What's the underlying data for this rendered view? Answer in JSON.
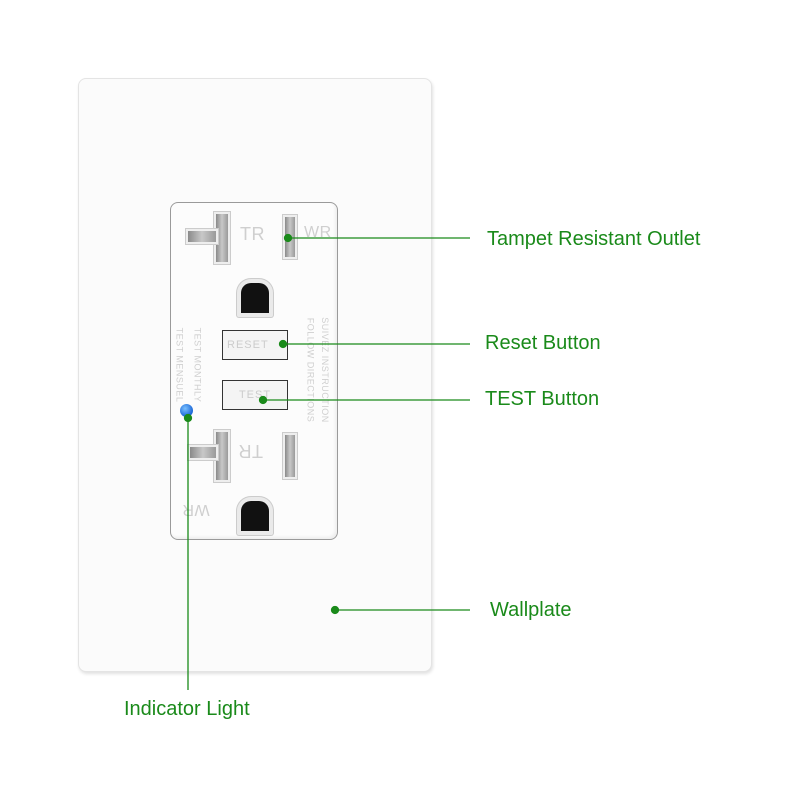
{
  "labels": {
    "tamper_resistant": "Tampet Resistant Outlet",
    "reset": "Reset Button",
    "test": "TEST Button",
    "wallplate": "Wallplate",
    "indicator": "Indicator Light"
  },
  "embossed": {
    "tr": "TR",
    "wr": "WR",
    "reset": "RESET",
    "test": "TEST",
    "test_monthly": "TEST MONTHLY",
    "test_mensuel": "TEST MENSUEL",
    "follow": "FOLLOW DIRECTIONS",
    "suivez": "SUIVEZ INSTRUCTION"
  },
  "colors": {
    "accent": "#1a8a1a",
    "led": "#1a66d6"
  }
}
